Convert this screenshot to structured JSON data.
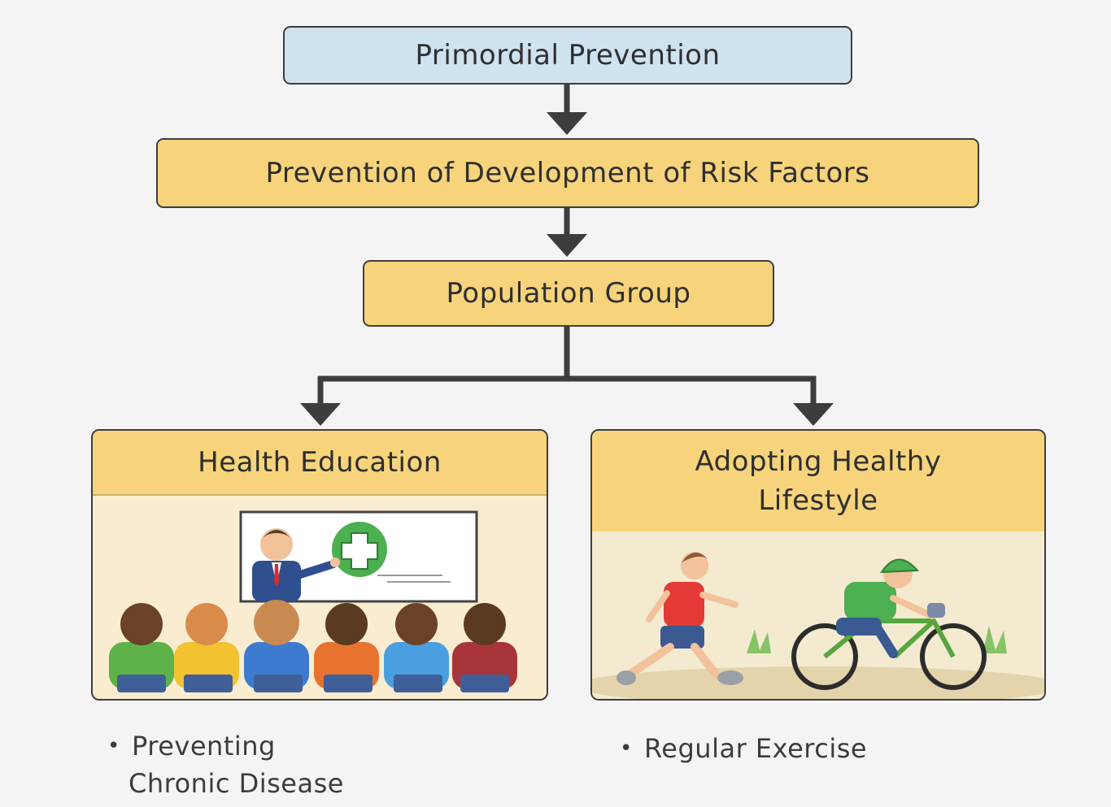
{
  "nodes": {
    "top": "Primordial Prevention",
    "risk": "Prevention of Development of Risk Factors",
    "population": "Population Group",
    "left_panel": "Health Education",
    "right_panel_line1": "Adopting Healthy",
    "right_panel_line2": "Lifestyle"
  },
  "bullets": {
    "left_line1": "Preventing",
    "left_line2": "Chronic Disease",
    "right": "Regular Exercise"
  },
  "colors": {
    "top_box": "#cfe2f0",
    "box": "#f7d47b",
    "panel_bg": "#f9ecd0",
    "connector": "#3d3d3d"
  }
}
